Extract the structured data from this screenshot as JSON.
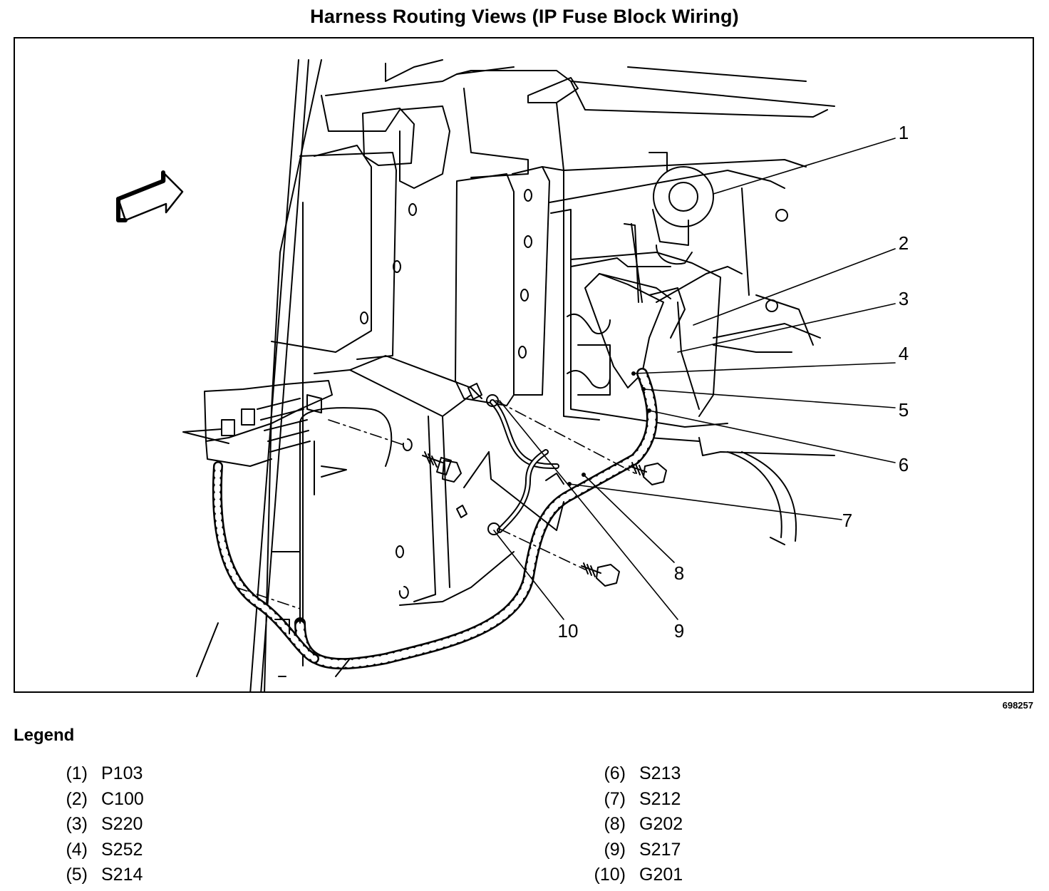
{
  "title": "Harness Routing Views (IP Fuse Block Wiring)",
  "figure_id": "698257",
  "legend": {
    "heading": "Legend",
    "items": [
      {
        "num": "(1)",
        "code": "P103"
      },
      {
        "num": "(2)",
        "code": "C100"
      },
      {
        "num": "(3)",
        "code": "S220"
      },
      {
        "num": "(4)",
        "code": "S252"
      },
      {
        "num": "(5)",
        "code": "S214"
      },
      {
        "num": "(6)",
        "code": "S213"
      },
      {
        "num": "(7)",
        "code": "S212"
      },
      {
        "num": "(8)",
        "code": "G202"
      },
      {
        "num": "(9)",
        "code": "S217"
      },
      {
        "num": "(10)",
        "code": "G201"
      }
    ]
  },
  "callouts": [
    "1",
    "2",
    "3",
    "4",
    "5",
    "6",
    "7",
    "8",
    "9",
    "10"
  ]
}
